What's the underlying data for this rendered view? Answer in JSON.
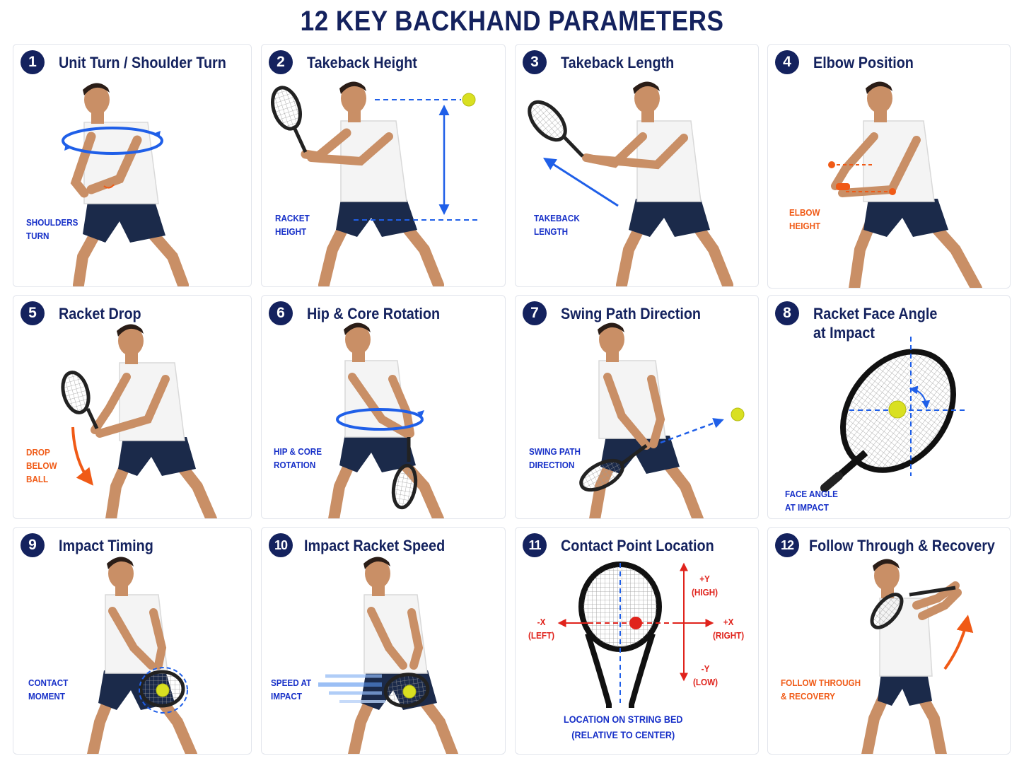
{
  "title": "12 KEY BACKHAND PARAMETERS",
  "colors": {
    "navy": "#14225e",
    "label_blue": "#1730c8",
    "arrow_blue": "#1f5fe8",
    "orange": "#f05a16",
    "red": "#e0231c",
    "ball": "#d9e021",
    "shorts": "#1b2a4a",
    "skin": "#c98f66"
  },
  "cards": [
    {
      "number": "1",
      "title": "Unit Turn / Shoulder Turn",
      "labels": [
        "SHOULDERS\nTURN"
      ]
    },
    {
      "number": "2",
      "title": "Takeback Height",
      "labels": [
        "RACKET\nHEIGHT"
      ]
    },
    {
      "number": "3",
      "title": "Takeback Length",
      "labels": [
        "TAKEBACK\nLENGTH"
      ]
    },
    {
      "number": "4",
      "title": "Elbow Position",
      "labels": [
        "ELBOW\nHEIGHT"
      ]
    },
    {
      "number": "5",
      "title": "Racket Drop",
      "labels": [
        "DROP\nBELOW\nBALL"
      ]
    },
    {
      "number": "6",
      "title": "Hip & Core Rotation",
      "labels": [
        "HIP & CORE\nROTATION"
      ]
    },
    {
      "number": "7",
      "title": "Swing Path Direction",
      "labels": [
        "SWING PATH\nDIRECTION"
      ]
    },
    {
      "number": "8",
      "title": "Racket Face Angle at Impact",
      "labels": [
        "FACE ANGLE\nAT IMPACT"
      ]
    },
    {
      "number": "9",
      "title": "Impact Timing",
      "labels": [
        "CONTACT\nMOMENT"
      ]
    },
    {
      "number": "10",
      "title": "Impact Racket Speed",
      "labels": [
        "SPEED AT\nIMPACT"
      ]
    },
    {
      "number": "11",
      "title": "Contact Point Location",
      "labels": [
        "+Y\n(HIGH)",
        "-X\n(LEFT)",
        "+X\n(RIGHT)",
        "-Y\n(LOW)",
        "LOCATION ON STRING BED\n(RELATIVE TO CENTER)"
      ]
    },
    {
      "number": "12",
      "title": "Follow Through & Recovery",
      "labels": [
        "FOLLOW THROUGH\n& RECOVERY"
      ]
    }
  ]
}
